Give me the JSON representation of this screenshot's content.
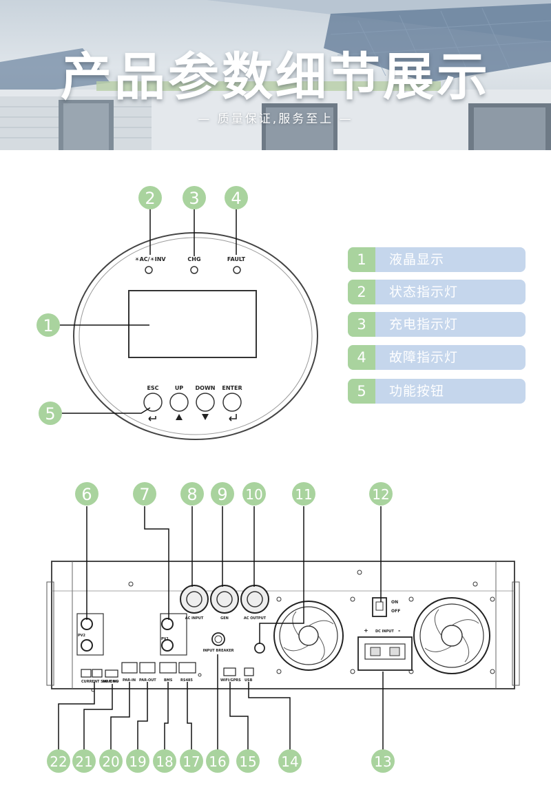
{
  "header": {
    "title": "产品参数细节展示",
    "subtitle": "— 质量保证,服务至上 —"
  },
  "front_panel": {
    "labels": {
      "ac_inv": "☀AC/☀INV",
      "chg": "CHG",
      "fault": "FAULT",
      "esc": "ESC",
      "up": "UP",
      "down": "DOWN",
      "enter": "ENTER"
    },
    "callouts": [
      "1",
      "2",
      "3",
      "4",
      "5"
    ]
  },
  "legend": [
    {
      "num": "1",
      "text": "液晶显示"
    },
    {
      "num": "2",
      "text": "状态指示灯"
    },
    {
      "num": "3",
      "text": "充电指示灯"
    },
    {
      "num": "4",
      "text": "故障指示灯"
    },
    {
      "num": "5",
      "text": "功能按钮"
    }
  ],
  "rear_panel": {
    "labels": {
      "pv2": "PV2",
      "pv1": "PV1",
      "ac_input": "AC INPUT",
      "gen": "GEN",
      "ac_output": "AC OUTPUT",
      "input_breaker": "INPUT BREAKER",
      "on": "ON",
      "off": "OFF",
      "dc_input": "DC INPUT",
      "plus": "+",
      "minus": "-",
      "nc_c_no": "NC C NO",
      "par_in": "PAR-IN",
      "par_out": "PAR-OUT",
      "bms": "BMS",
      "rs485": "RS485",
      "wifi_gprs": "WIFI/GPRS",
      "usb": "USB",
      "current_sharing": "CURRENT SHARING"
    },
    "callouts_top": [
      "6",
      "7",
      "8",
      "9",
      "10",
      "11",
      "12"
    ],
    "callouts_bottom": [
      "22",
      "21",
      "20",
      "19",
      "18",
      "17",
      "16",
      "15",
      "14",
      "13"
    ]
  },
  "colors": {
    "callout": "#a9d39e",
    "legend_bg": "#c5d6ec",
    "line": "#111111"
  }
}
